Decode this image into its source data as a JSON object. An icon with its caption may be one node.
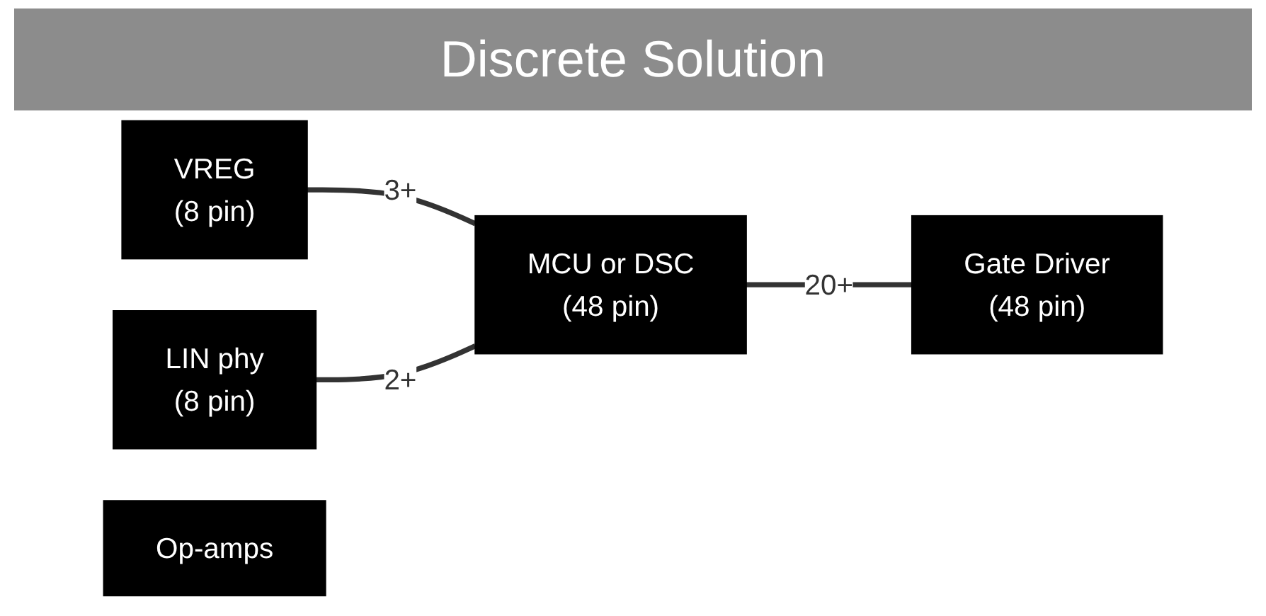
{
  "diagram": {
    "title": "Discrete Solution",
    "nodes": [
      {
        "text": [
          "VREG",
          "(8 pin)"
        ]
      },
      {
        "text": [
          "LIN phy",
          "(8 pin)"
        ]
      },
      {
        "text": [
          "MCU or DSC",
          "(48 pin)"
        ]
      },
      {
        "text": [
          "Gate Driver",
          "(48 pin)"
        ]
      },
      {
        "text": [
          "Op-amps"
        ]
      }
    ],
    "edges": [
      {
        "from": 0,
        "to": 2,
        "arrow": "none",
        "label": "3+"
      },
      {
        "from": 1,
        "to": 2,
        "arrow": "none",
        "label": "2+"
      },
      {
        "from": 2,
        "to": 3,
        "arrow": "none",
        "label": "20+"
      }
    ]
  }
}
